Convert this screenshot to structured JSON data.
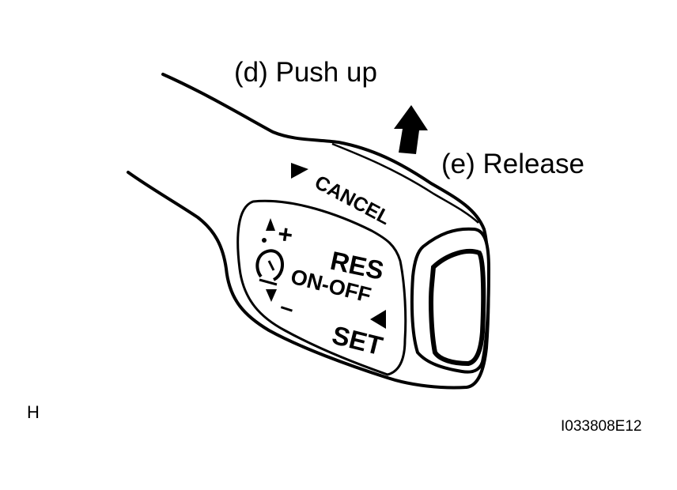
{
  "figure": {
    "callouts": {
      "push_up": "(d) Push up",
      "release": "(e) Release"
    },
    "lever_markings": {
      "cancel": "CANCEL",
      "plus": "+",
      "minus": "–",
      "res": "RES",
      "on_off": "ON-OFF",
      "set": "SET"
    },
    "corner_mark": "H",
    "figure_code": "I033808E12"
  },
  "colors": {
    "ink": "#000000",
    "paper": "#ffffff"
  },
  "icons": [
    "up-arrow-icon",
    "speedometer-icon",
    "triangle-marker-icon"
  ]
}
